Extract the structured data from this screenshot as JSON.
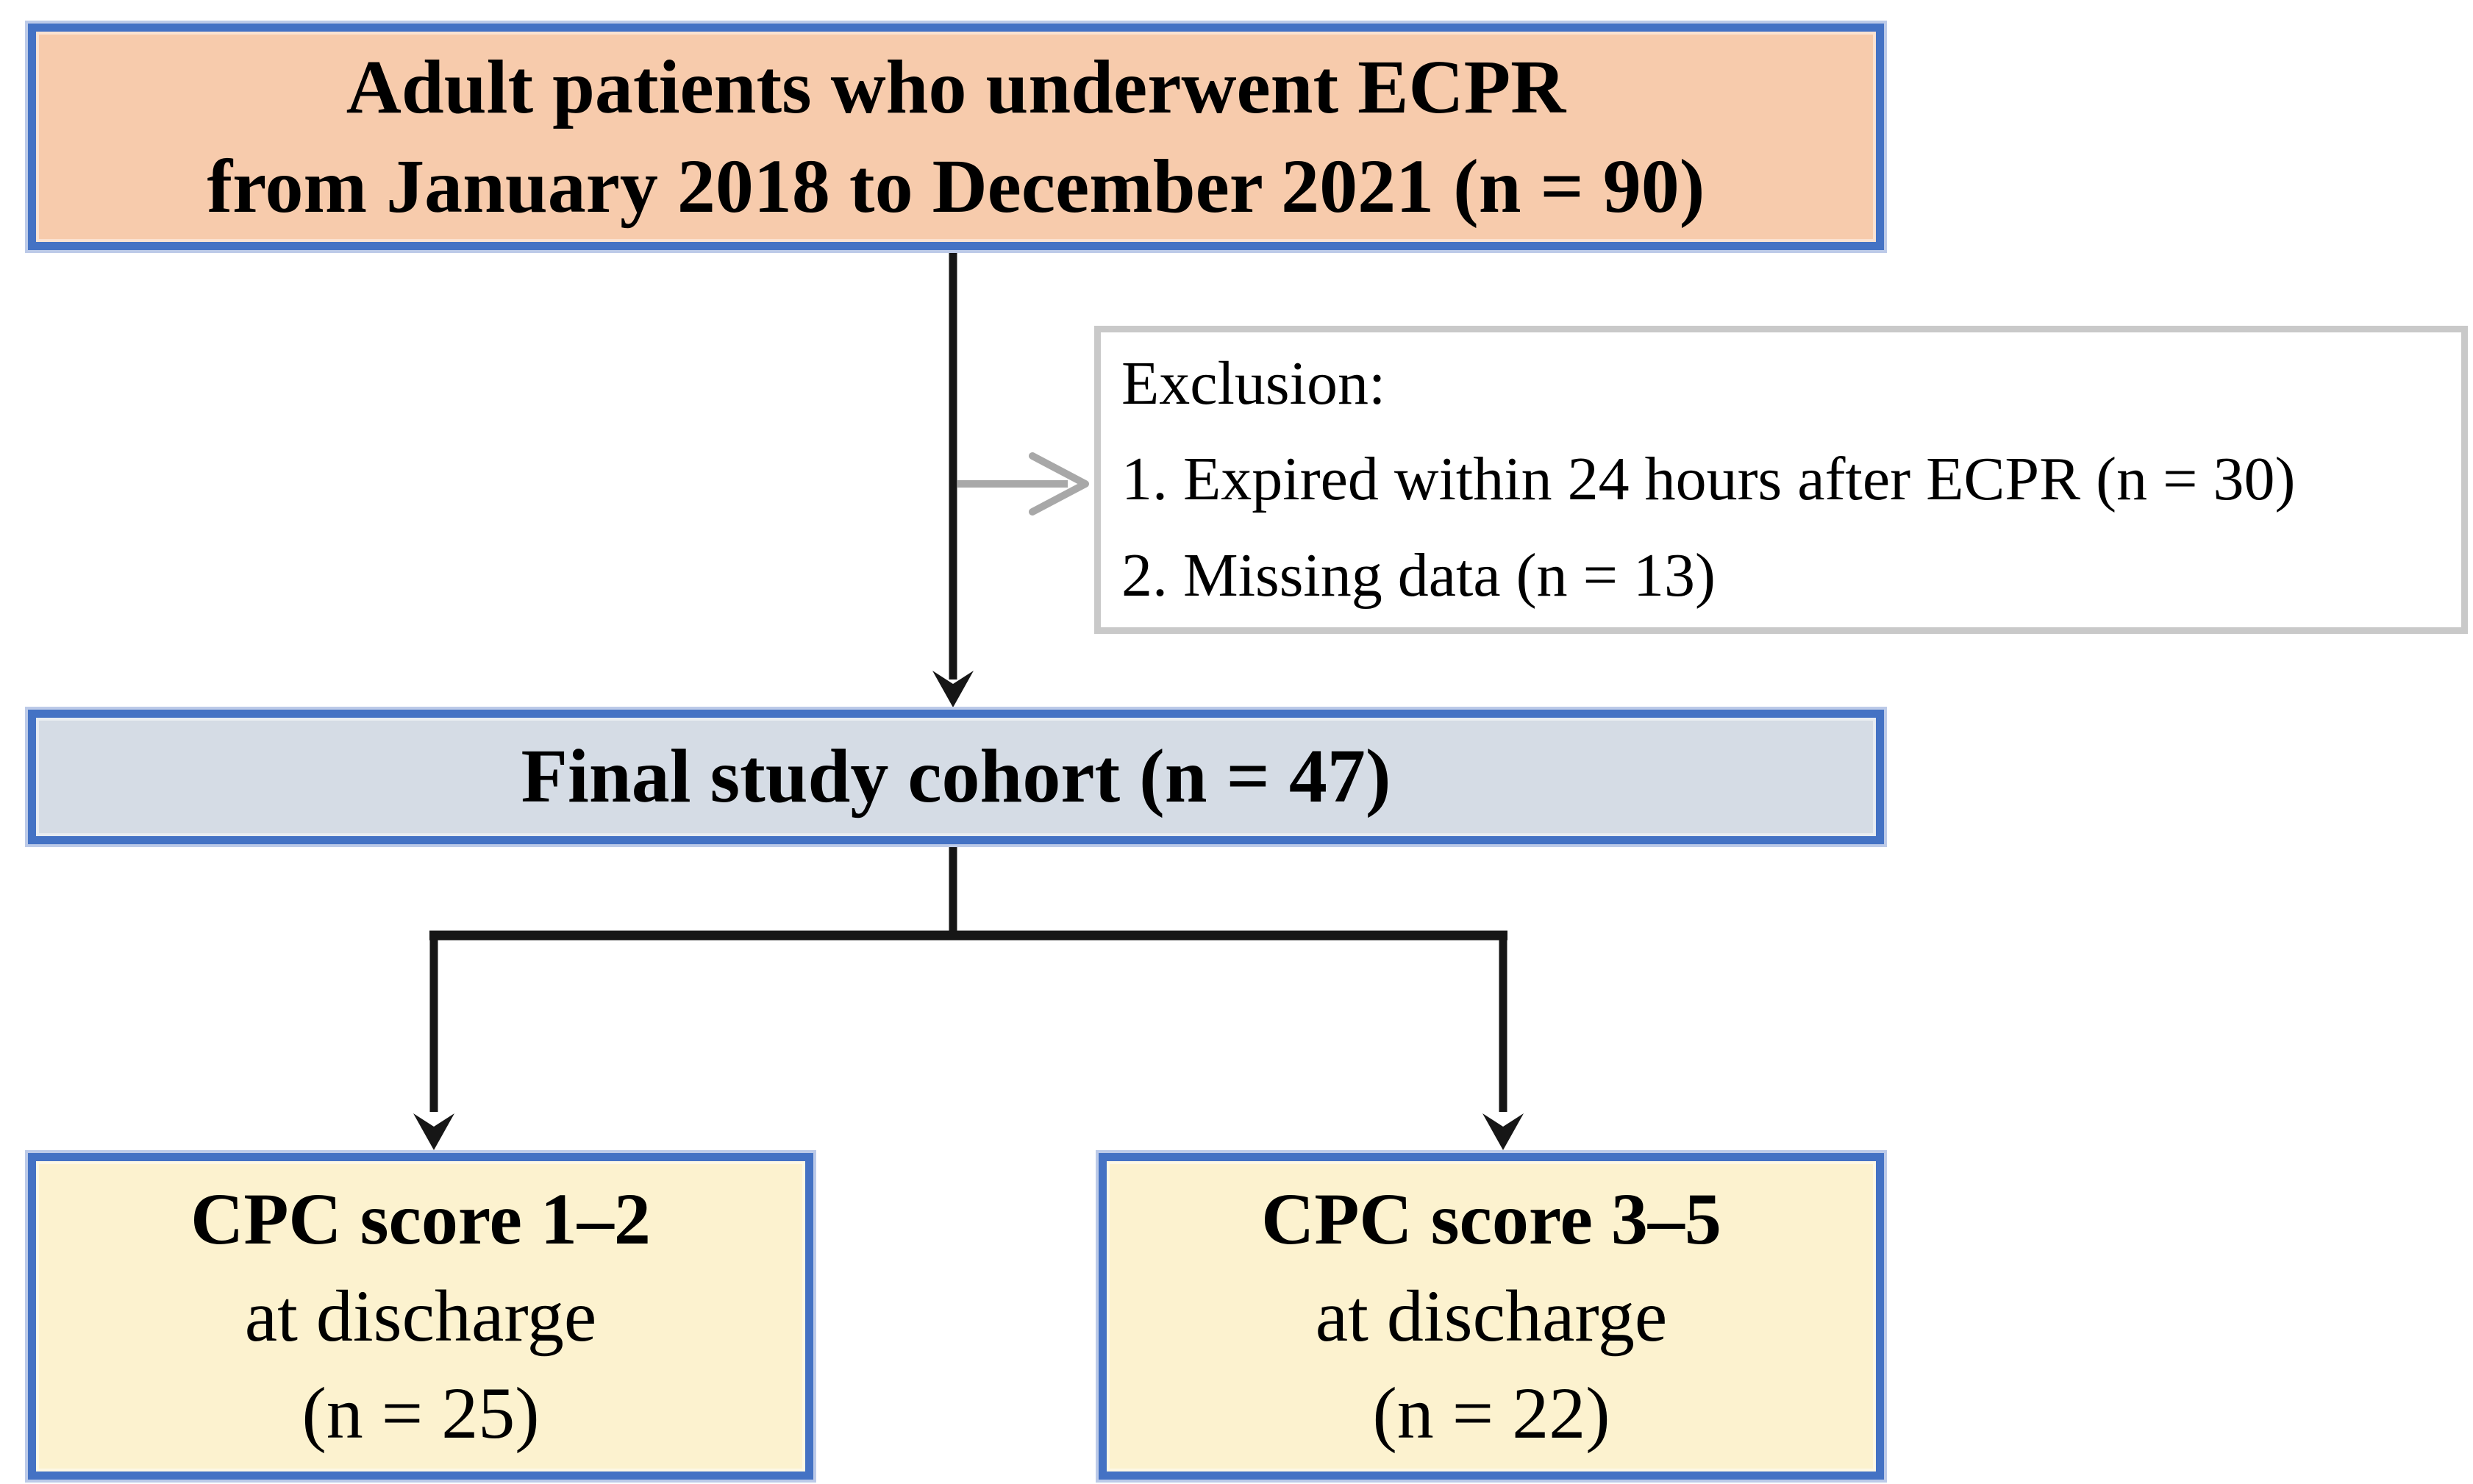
{
  "boxes": {
    "top": {
      "line1": "Adult patients who underwent ECPR",
      "line2": "from January 2018 to December 2021 (n = 90)"
    },
    "exclusion": {
      "heading": "Exclusion:",
      "items": [
        "1. Expired within 24 hours after ECPR (n = 30)",
        "2. Missing data (n = 13)"
      ]
    },
    "cohort": {
      "label": "Final study cohort (n = 47)"
    },
    "outcome_cpc12": {
      "line1": "CPC score 1–2",
      "line2": "at discharge",
      "line3": "(n = 25)"
    },
    "outcome_cpc35": {
      "line1": "CPC score 3–5",
      "line2": "at discharge",
      "line3": "(n = 22)"
    }
  },
  "colors": {
    "box_border_blue": "#4472C4",
    "top_box_fill": "#F7CBAC",
    "cohort_box_fill": "#D5DCE5",
    "outcome_box_fill": "#FCF2CF",
    "exclusion_border_gray": "#C9C9C9",
    "exclusion_fill": "#FFFFFF",
    "arrow_black": "#161616",
    "arrow_gray": "#A8A8A8",
    "text": "#000000",
    "background": "#FFFFFF"
  }
}
